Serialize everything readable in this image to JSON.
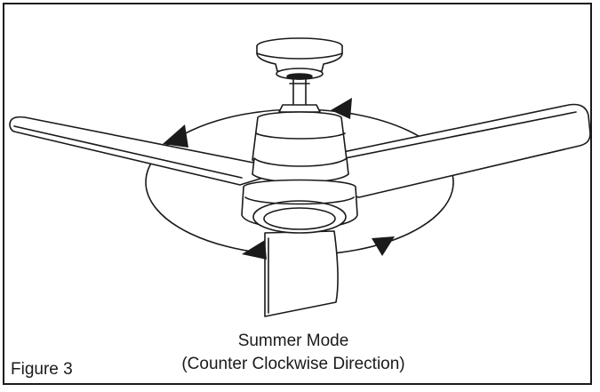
{
  "figure": {
    "label": "Figure 3",
    "mode_title": "Summer Mode",
    "mode_direction": "(Counter Clockwise Direction)"
  },
  "illustration": {
    "subject": "ceiling-fan-icon",
    "rotation": "counter-clockwise",
    "arrow_count": 4,
    "blade_count": 3,
    "line_color": "#1a1a1a",
    "blade_fill": "#ffffff"
  }
}
